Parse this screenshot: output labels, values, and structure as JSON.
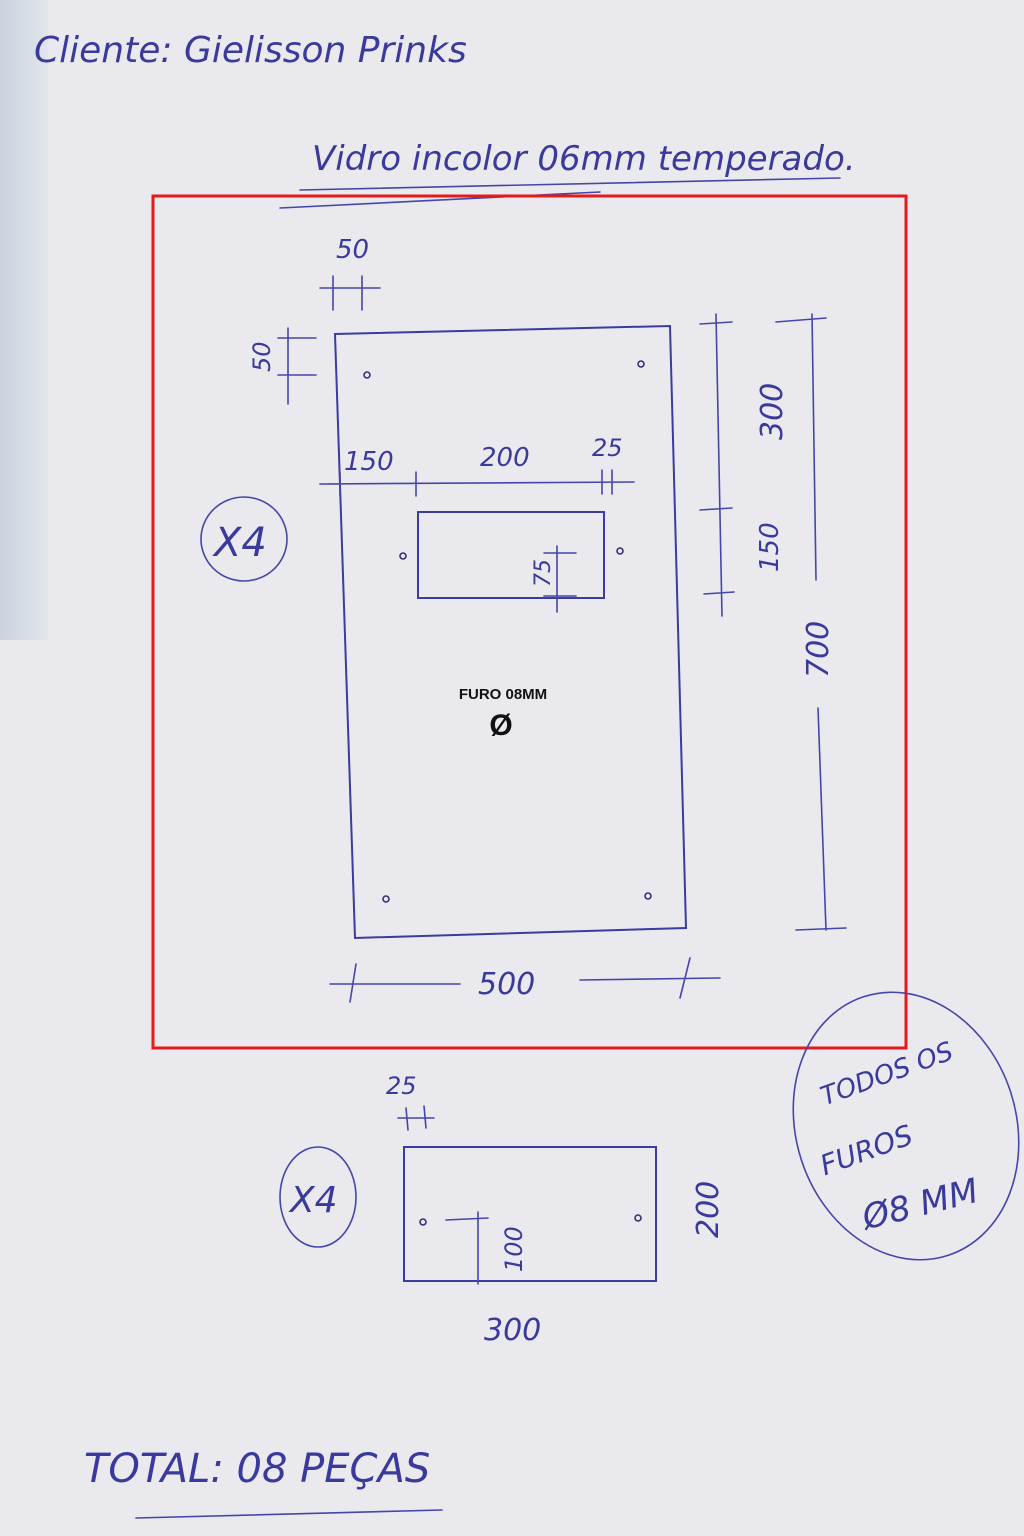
{
  "header": {
    "client_line": "Cliente: Gielisson Prinks",
    "material_line": "Vidro incolor 06mm temperado."
  },
  "piece_a": {
    "quantity": "X4",
    "dims": {
      "top_offset": "50",
      "left_offset": "50",
      "cut_left": "150",
      "cut_width": "200",
      "cut_right": "25",
      "right_upper": "300",
      "right_lower": "150",
      "cut_height": "75",
      "total_height": "700",
      "total_width": "500"
    },
    "hole_label": "FURO 08MM",
    "hole_symbol": "Ø"
  },
  "piece_b": {
    "quantity": "X4",
    "dims": {
      "top_offset": "25",
      "height": "200",
      "inner": "100",
      "width": "300"
    }
  },
  "note": {
    "line1": "TODOS OS",
    "line2": "FUROS",
    "line3": "Ø8 MM"
  },
  "total": "TOTAL: 08 PEÇAS",
  "colors": {
    "ink": "#3a3a9c",
    "highlight": "#e51b1b",
    "paper": "#e9e9ee"
  }
}
